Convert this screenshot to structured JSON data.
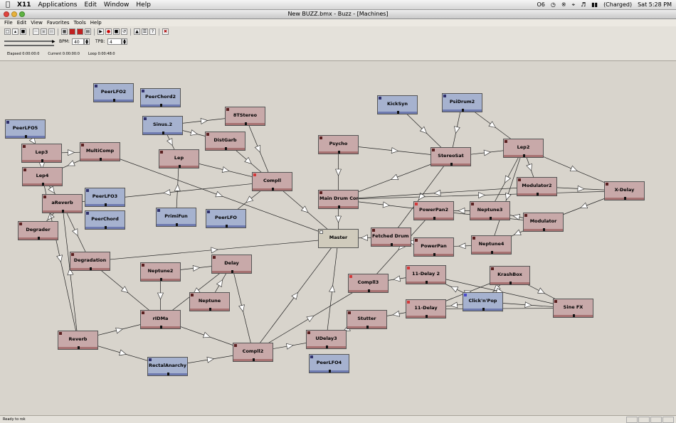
{
  "macbar": {
    "apple": "",
    "app": "X11",
    "menus": [
      "Applications",
      "Edit",
      "Window",
      "Help"
    ],
    "battery_num": "O6",
    "battery": "(Charged)",
    "clock": "Sat 5:28 PM"
  },
  "window": {
    "title": "New BUZZ.bmx - Buzz - [Machines]"
  },
  "menus": [
    "File",
    "Edit",
    "View",
    "Favorites",
    "Tools",
    "Help"
  ],
  "toolbar": {
    "bpm_label": "BPM:",
    "bpm_value": "40",
    "tpb_label": "TPB:",
    "tpb_value": "4"
  },
  "stats": {
    "elapsed": "Elapsed 0:00:00:0",
    "current": "Current 0:00:00:0",
    "loop": "Loop 0:00:48:0"
  },
  "status": "Ready to rok",
  "machines": [
    {
      "id": "peerlfo2",
      "name": "PeerLFO2",
      "type": "gen"
    },
    {
      "id": "peerchord2",
      "name": "PeerChord2",
      "type": "gen"
    },
    {
      "id": "8tstereo",
      "name": "8TStereo",
      "type": "eff"
    },
    {
      "id": "sinus2",
      "name": "Sinus.2",
      "type": "gen"
    },
    {
      "id": "distgarb",
      "name": "DistGarb",
      "type": "eff"
    },
    {
      "id": "peerlfo5",
      "name": "PeerLFO5",
      "type": "gen"
    },
    {
      "id": "lep3",
      "name": "Lep3",
      "type": "eff"
    },
    {
      "id": "multicomp",
      "name": "MultiComp",
      "type": "eff"
    },
    {
      "id": "lep",
      "name": "Lep",
      "type": "eff"
    },
    {
      "id": "lep4",
      "name": "Lep4",
      "type": "eff"
    },
    {
      "id": "compli",
      "name": "Compll",
      "type": "eff",
      "led": "red"
    },
    {
      "id": "peerlfo3",
      "name": "PeerLFO3",
      "type": "gen"
    },
    {
      "id": "areverb",
      "name": "aReverb",
      "type": "eff"
    },
    {
      "id": "peerchord",
      "name": "PeerChord",
      "type": "gen"
    },
    {
      "id": "primifun",
      "name": "PrimiFun",
      "type": "gen"
    },
    {
      "id": "peerlfo",
      "name": "PeerLFO",
      "type": "gen"
    },
    {
      "id": "degrader",
      "name": "Degrader",
      "type": "eff"
    },
    {
      "id": "degradation",
      "name": "Degradation",
      "type": "eff"
    },
    {
      "id": "neptune2",
      "name": "Neptune2",
      "type": "eff"
    },
    {
      "id": "delay",
      "name": "Delay",
      "type": "eff"
    },
    {
      "id": "neptune",
      "name": "Neptune",
      "type": "eff"
    },
    {
      "id": "ridma",
      "name": "rIDMa",
      "type": "eff"
    },
    {
      "id": "reverb",
      "name": "Reverb",
      "type": "eff"
    },
    {
      "id": "rectalanarchy",
      "name": "RectalAnarchy",
      "type": "gen"
    },
    {
      "id": "compli2",
      "name": "Compll2",
      "type": "eff"
    },
    {
      "id": "udelay3",
      "name": "UDelay3",
      "type": "eff"
    },
    {
      "id": "peerlfo4",
      "name": "PeerLFO4",
      "type": "gen"
    },
    {
      "id": "psycho",
      "name": "Psycho",
      "type": "eff"
    },
    {
      "id": "maindrum",
      "name": "Main Drum Comp",
      "type": "eff"
    },
    {
      "id": "master",
      "name": "Master",
      "type": "master"
    },
    {
      "id": "fetched",
      "name": "Fetched Drum Comp",
      "type": "eff"
    },
    {
      "id": "kicksyn",
      "name": "KickSyn",
      "type": "gen"
    },
    {
      "id": "psidrum2",
      "name": "PsiDrum2",
      "type": "gen"
    },
    {
      "id": "stereosat",
      "name": "StereoSat",
      "type": "eff"
    },
    {
      "id": "lep2",
      "name": "Lep2",
      "type": "eff"
    },
    {
      "id": "modulator2",
      "name": "Modulator2",
      "type": "eff"
    },
    {
      "id": "xdelay",
      "name": "X-Delay",
      "type": "eff"
    },
    {
      "id": "powerpan2",
      "name": "PowerPan2",
      "type": "eff",
      "led": "red"
    },
    {
      "id": "neptune3",
      "name": "Neptune3",
      "type": "eff"
    },
    {
      "id": "modulator",
      "name": "Modulator",
      "type": "eff"
    },
    {
      "id": "powerpan",
      "name": "PowerPan",
      "type": "eff"
    },
    {
      "id": "neptune4",
      "name": "Neptune4",
      "type": "eff"
    },
    {
      "id": "delay11_2",
      "name": "11-Delay 2",
      "type": "eff",
      "led": "red"
    },
    {
      "id": "krashbox",
      "name": "KrashBox",
      "type": "eff"
    },
    {
      "id": "compli3",
      "name": "Compll3",
      "type": "eff",
      "led": "red"
    },
    {
      "id": "clicknpop",
      "name": "Click'n'Pop",
      "type": "gen",
      "led": "blue"
    },
    {
      "id": "delay11",
      "name": "11-Delay",
      "type": "eff",
      "led": "red"
    },
    {
      "id": "sinefx",
      "name": "Sine FX",
      "type": "eff"
    },
    {
      "id": "stutter",
      "name": "Stutter",
      "type": "eff"
    }
  ],
  "connections": [
    [
      "peerlfo5",
      "lep3"
    ],
    [
      "lep3",
      "multicomp"
    ],
    [
      "lep3",
      "lep4"
    ],
    [
      "multicomp",
      "lep4"
    ],
    [
      "multicomp",
      "master"
    ],
    [
      "sinus2",
      "8tstereo"
    ],
    [
      "sinus2",
      "distgarb"
    ],
    [
      "sinus2",
      "lep"
    ],
    [
      "8tstereo",
      "compli"
    ],
    [
      "distgarb",
      "compli"
    ],
    [
      "lep",
      "compli"
    ],
    [
      "primifun",
      "lep"
    ],
    [
      "compli",
      "master"
    ],
    [
      "compli",
      "peerlfo"
    ],
    [
      "compli",
      "areverb"
    ],
    [
      "lep4",
      "areverb"
    ],
    [
      "areverb",
      "degrader"
    ],
    [
      "areverb",
      "degradation"
    ],
    [
      "lep4",
      "reverb"
    ],
    [
      "reverb",
      "areverb"
    ],
    [
      "degradation",
      "master"
    ],
    [
      "degradation",
      "ridma"
    ],
    [
      "neptune2",
      "ridma"
    ],
    [
      "delay",
      "ridma"
    ],
    [
      "neptune",
      "delay"
    ],
    [
      "neptune2",
      "delay"
    ],
    [
      "ridma",
      "compli2"
    ],
    [
      "reverb",
      "rectalanarchy"
    ],
    [
      "reverb",
      "ridma"
    ],
    [
      "rectalanarchy",
      "compli2"
    ],
    [
      "delay",
      "compli2"
    ],
    [
      "compli2",
      "udelay3"
    ],
    [
      "compli2",
      "master"
    ],
    [
      "udelay3",
      "master"
    ],
    [
      "compli2",
      "compli3"
    ],
    [
      "psycho",
      "maindrum"
    ],
    [
      "psycho",
      "stereosat"
    ],
    [
      "maindrum",
      "master"
    ],
    [
      "maindrum",
      "xdelay"
    ],
    [
      "maindrum",
      "powerpan2"
    ],
    [
      "fetched",
      "master"
    ],
    [
      "kicksyn",
      "stereosat"
    ],
    [
      "psidrum2",
      "stereosat"
    ],
    [
      "psidrum2",
      "lep2"
    ],
    [
      "stereosat",
      "lep2"
    ],
    [
      "stereosat",
      "maindrum"
    ],
    [
      "stereosat",
      "fetched"
    ],
    [
      "lep2",
      "modulator2"
    ],
    [
      "lep2",
      "neptune3"
    ],
    [
      "lep2",
      "xdelay"
    ],
    [
      "lep2",
      "neptune4"
    ],
    [
      "modulator2",
      "xdelay"
    ],
    [
      "modulator2",
      "maindrum"
    ],
    [
      "xdelay",
      "modulator"
    ],
    [
      "neptune3",
      "powerpan2"
    ],
    [
      "modulator",
      "neptune3"
    ],
    [
      "modulator",
      "neptune4"
    ],
    [
      "modulator",
      "powerpan2"
    ],
    [
      "neptune4",
      "powerpan"
    ],
    [
      "powerpan",
      "fetched"
    ],
    [
      "powerpan2",
      "compli3"
    ],
    [
      "delay11_2",
      "compli3"
    ],
    [
      "krashbox",
      "clicknpop"
    ],
    [
      "krashbox",
      "sinefx"
    ],
    [
      "delay11_2",
      "sinefx"
    ],
    [
      "clicknpop",
      "delay11"
    ],
    [
      "clicknpop",
      "sinefx"
    ],
    [
      "sinefx",
      "delay11"
    ],
    [
      "delay11",
      "stutter"
    ],
    [
      "stutter",
      "udelay3"
    ],
    [
      "clicknpop",
      "delay11_2"
    ],
    [
      "delay11",
      "krashbox"
    ]
  ]
}
